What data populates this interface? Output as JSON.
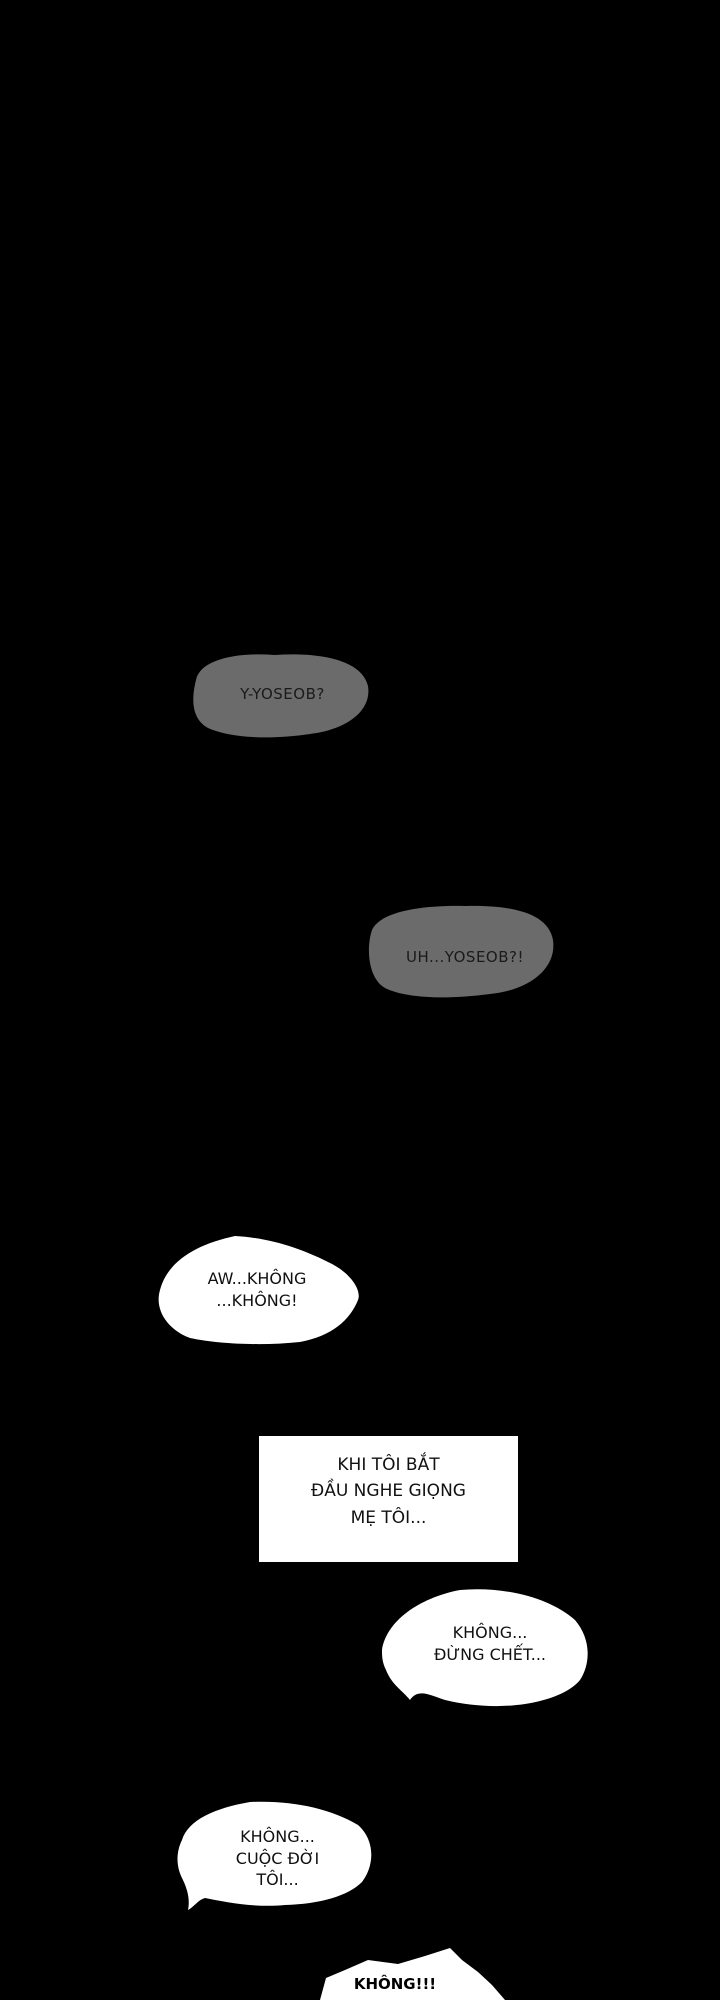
{
  "panel": {
    "background": "#000000",
    "grey_bubble_color": "#6b6b6b",
    "white_bubble_color": "#ffffff"
  },
  "bubbles": {
    "b1": "Y-YOSEOB?",
    "b2": "UH...YOSEOB?!",
    "b3_line1": "AW...KHÔNG",
    "b3_line2": "...KHÔNG!",
    "b5_line1": "KHÔNG...",
    "b5_line2": "ĐỪNG CHẾT...",
    "b6_line1": "KHÔNG...",
    "b6_line2": "CUỘC ĐỜI",
    "b6_line3": "TÔI...",
    "b7": "KHÔNG!!!"
  },
  "caption": {
    "line1": "KHI TÔI BẮT",
    "line2": "ĐẦU NGHE GIỌNG",
    "line3": "MẸ TÔI..."
  }
}
